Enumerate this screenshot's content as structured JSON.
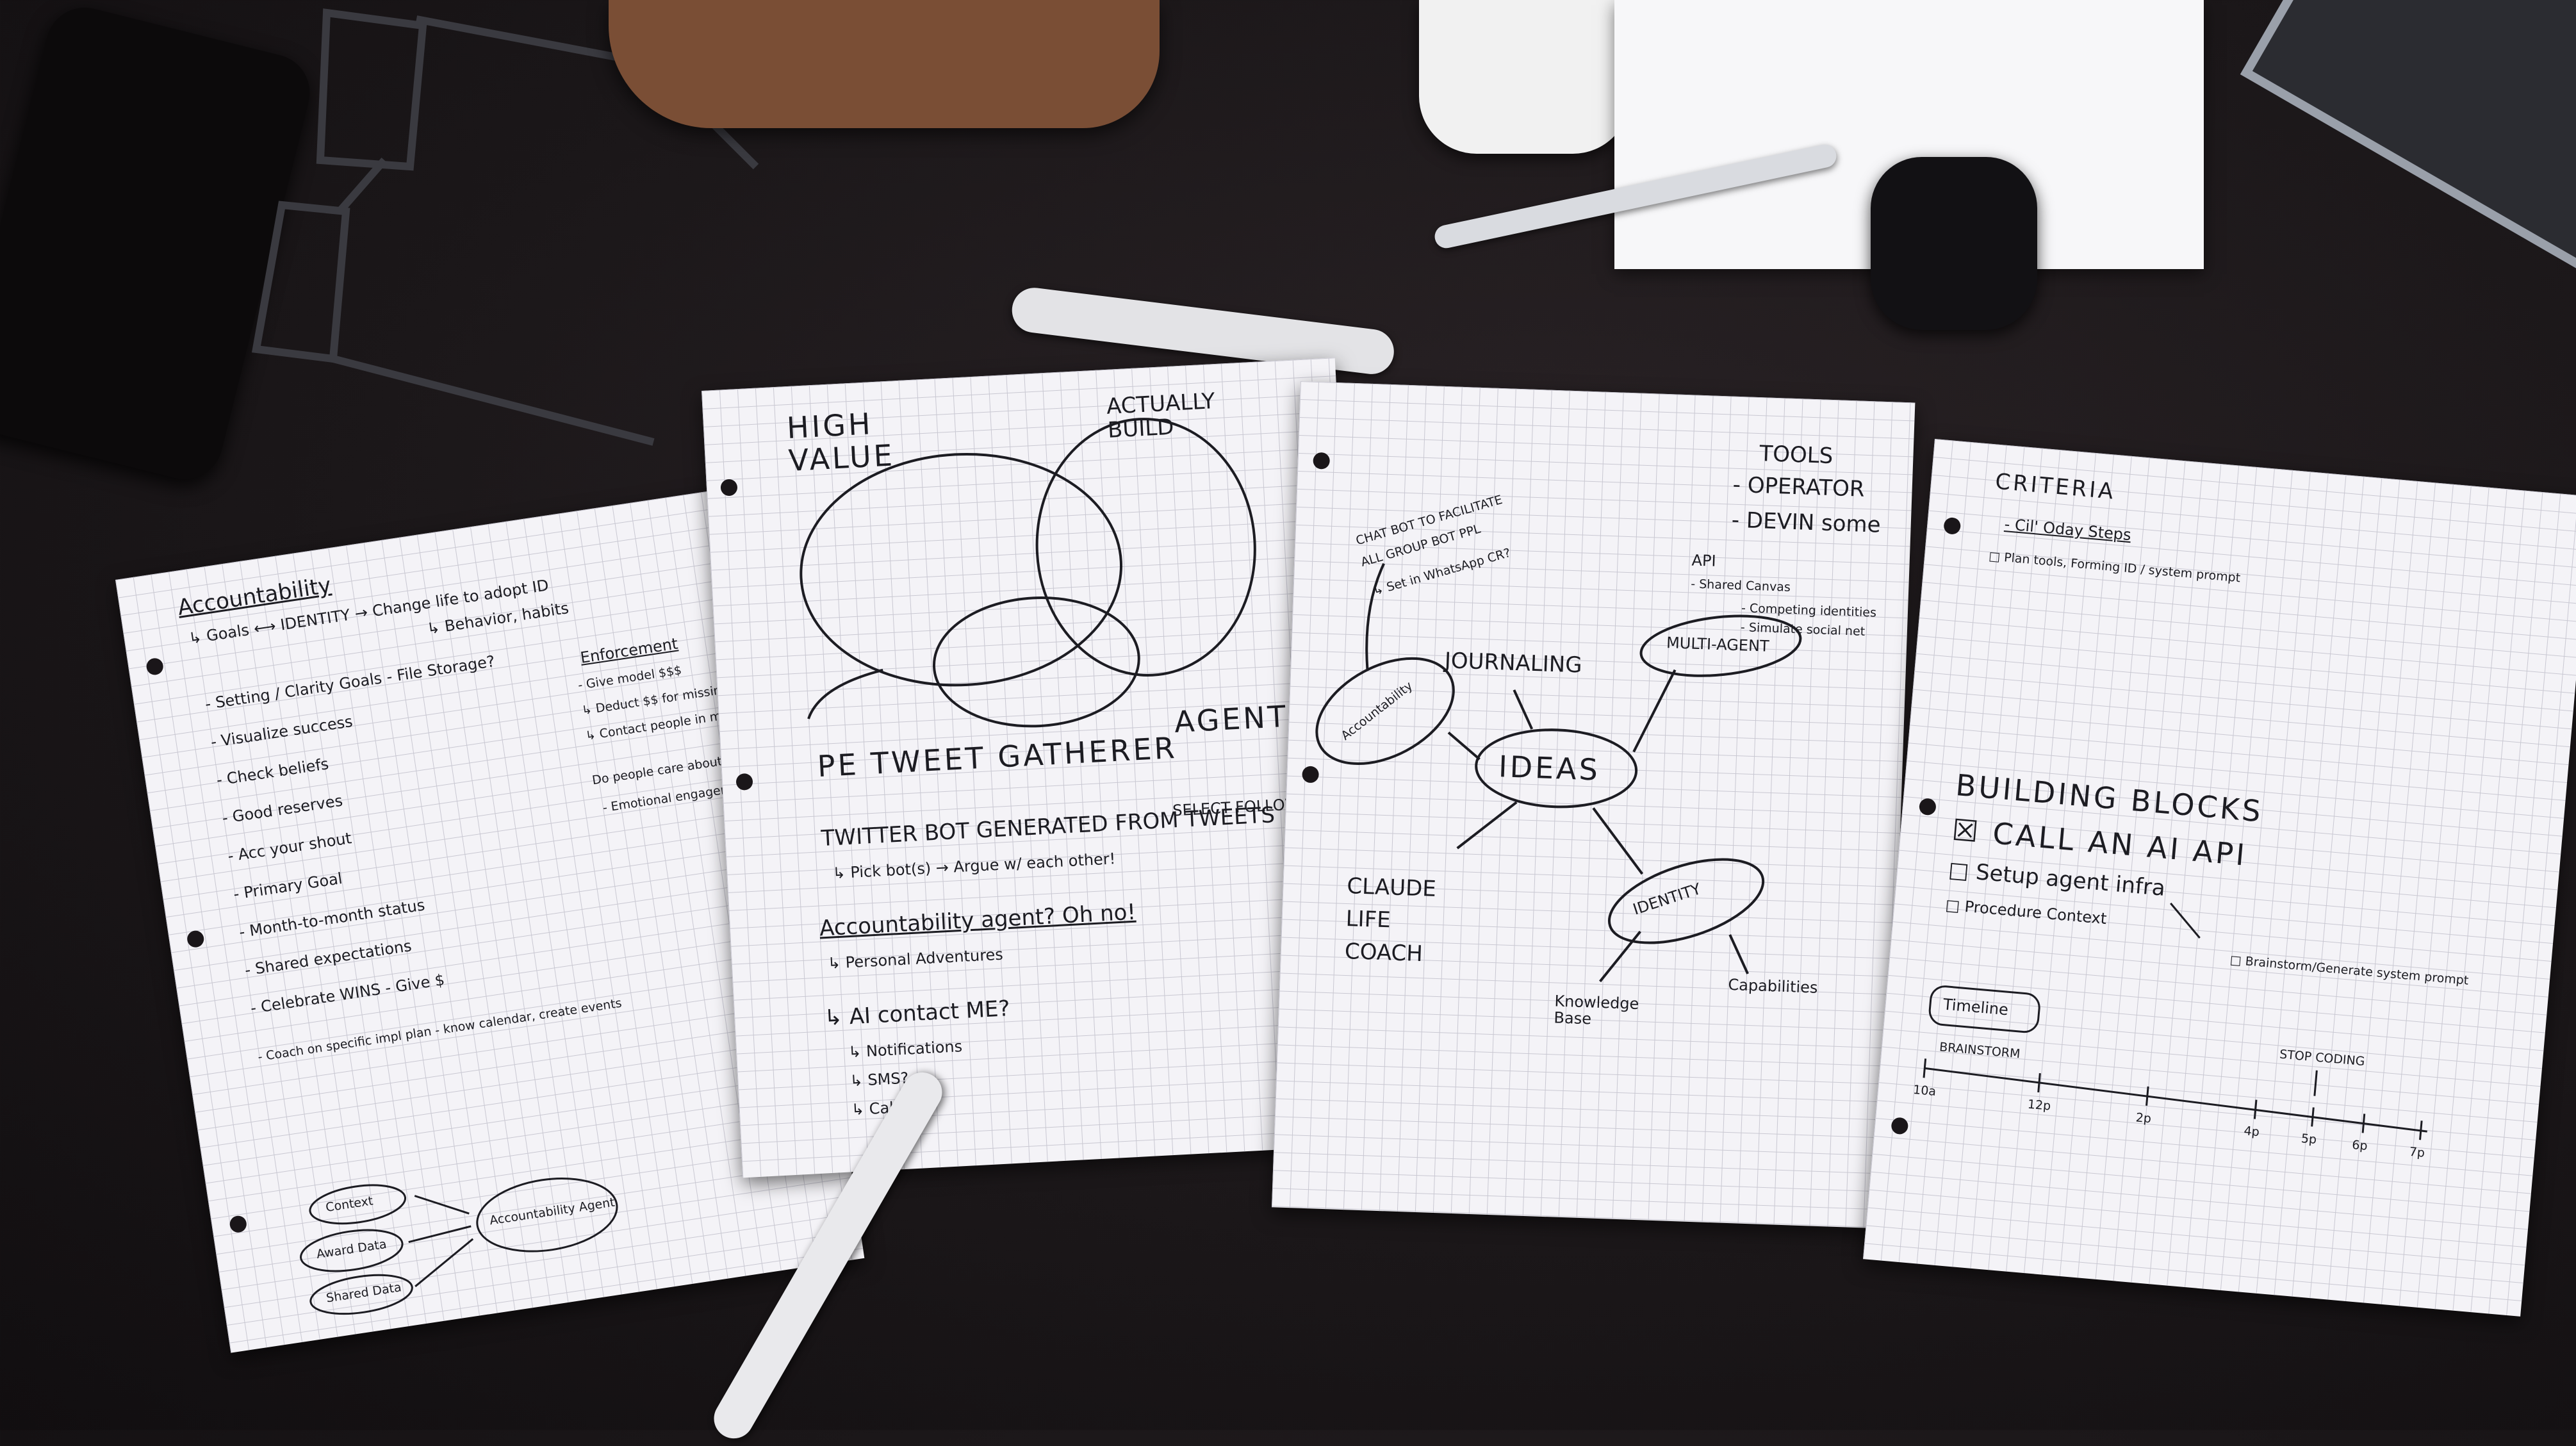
{
  "page1": {
    "heading": "Accountability",
    "top_lines": [
      "↳ Goals ⟷ IDENTITY → Change life to adopt ID",
      "↳ Behavior, habits"
    ],
    "items": [
      "- Setting / Clarity Goals - File Storage?",
      "- Visualize success",
      "- Check beliefs",
      "- Good reserves",
      "- Acc your shout",
      "- Primary Goal",
      "- Month-to-month status",
      "- Shared expectations",
      "- Celebrate WINS - Give $",
      "- Coach on specific impl plan - know calendar, create events"
    ],
    "enforcement_heading": "Enforcement",
    "enforcement_items": [
      "- Give model $$$",
      "↳ Deduct $$ for missing",
      "↳ Contact people in my life"
    ],
    "question": "Do people care about API?",
    "question_sub": "- Emotional engagement",
    "diagram_inputs": [
      "Context",
      "Award Data",
      "Shared Data"
    ],
    "diagram_output": "Accountability Agent"
  },
  "page2": {
    "venn_labels": [
      "HIGH VALUE",
      "ACTUALLY BUILD",
      "AGENTIC"
    ],
    "title": "PE TWEET GATHERER",
    "lines": [
      "TWITTER BOT GENERATED FROM TWEETS",
      "SELECT FOLLOWER",
      "↳ Pick bot(s) → Argue w/ each other!",
      "Accountability agent? Oh no!",
      "↳ Personal Adventures",
      "↳ AI contact ME?",
      "↳ Notifications",
      "↳ SMS?",
      "↳ Calling?"
    ]
  },
  "page3": {
    "center": "IDEAS",
    "tools_heading": "TOOLS",
    "tools": [
      "- OPERATOR",
      "- DEVIN some"
    ],
    "api_heading": "API",
    "api_items": [
      "- Shared Canvas",
      "- Competing identities",
      "- Simulate social net"
    ],
    "chat_bot": [
      "CHAT BOT TO FACILITATE",
      "ALL GROUP BOT PPL",
      "↳ Set in WhatsApp CR?"
    ],
    "nodes": [
      "JOURNALING",
      "MULTI-AGENT",
      "Accountability",
      "IDENTITY",
      "CLAUDE LIFE COACH",
      "Knowledge Base",
      "Capabilities"
    ]
  },
  "page4": {
    "heading": "CRITERIA",
    "sub": "- Cil' Oday Steps",
    "checkbox_line": "□ Plan tools, Forming ID / system prompt",
    "blocks_heading": "BUILDING BLOCKS",
    "blocks": [
      "☒ CALL AN AI API",
      "□ Setup agent infra",
      "□ Procedure Context"
    ],
    "side_note": "□ Brainstorm/Generate system prompt",
    "timeline_label": "Timeline",
    "brainstorm_label": "BRAINSTORM",
    "stop_label": "STOP CODING",
    "ticks": [
      "10a",
      "12p",
      "2p",
      "4p",
      "5p",
      "6p",
      "7p"
    ]
  },
  "colors": {
    "table": "#1b1719",
    "paper": "#f4f3f7",
    "ink": "#1c1c22",
    "grid": "#c9c8d2"
  }
}
